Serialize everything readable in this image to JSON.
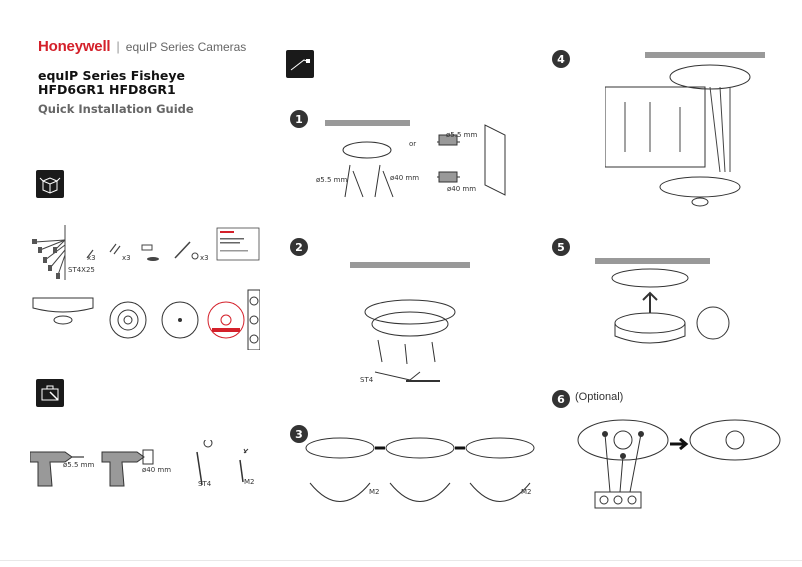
{
  "brand": {
    "logo": "Honeywell",
    "separator": "|",
    "series": "equIP Series Cameras"
  },
  "title": {
    "line1": "equIP Series Fisheye",
    "line2": "HFD6GR1 HFD8GR1"
  },
  "subtitle": "Quick Installation Guide",
  "kit": {
    "x3_a": "x3",
    "x3_b": "x3",
    "x3_c": "x3",
    "screw_label": "ST4X25"
  },
  "tools": {
    "drill1": "ø5.5 mm",
    "drill2": "ø40 mm",
    "screwdriver1": "ST4",
    "screwdriver2": "M2"
  },
  "steps": {
    "s1": {
      "num": "1",
      "or": "or",
      "d1": "ø5.5 mm",
      "d2": "ø40 mm",
      "d3": "ø5.5 mm",
      "d4": "ø40 mm"
    },
    "s2": {
      "num": "2",
      "screw": "ST4"
    },
    "s3": {
      "num": "3",
      "m2a": "M2",
      "m2b": "M2"
    },
    "s4": {
      "num": "4"
    },
    "s5": {
      "num": "5"
    },
    "s6": {
      "num": "6",
      "optional": "(Optional)"
    }
  }
}
